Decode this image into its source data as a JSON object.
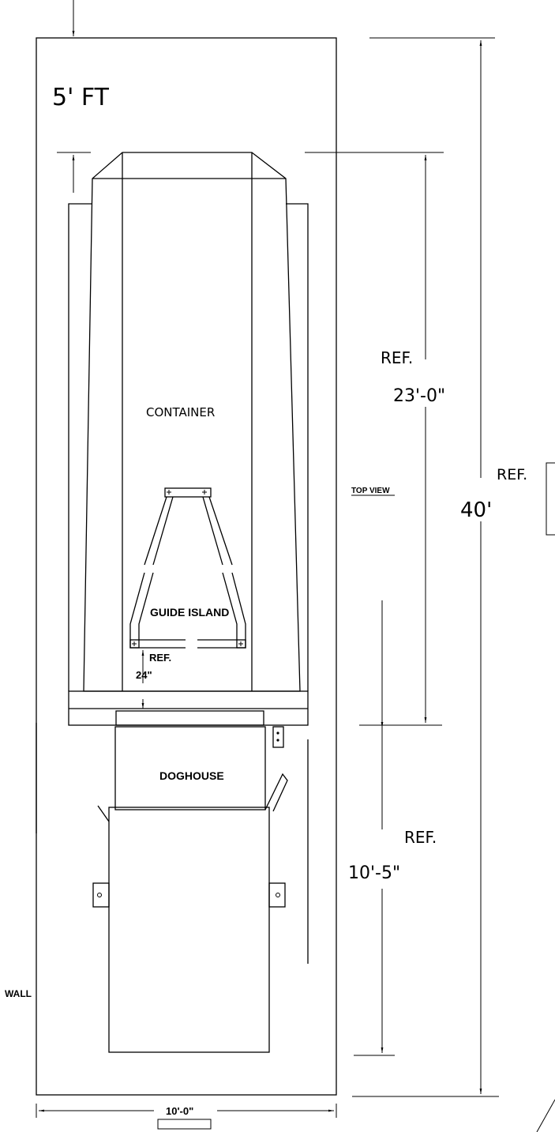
{
  "labels": {
    "five_ft": "5' FT",
    "ref_23": "REF.",
    "dim_23": "23'-0\"",
    "container": "CONTAINER",
    "top_view": "TOP VIEW",
    "ref_side": "REF.",
    "dim_40": "40'",
    "guide_island": "GUIDE ISLAND",
    "ref_24": "REF.",
    "dim_24": "24\"",
    "doghouse": "DOGHOUSE",
    "ref_10": "REF.",
    "dim_10": "10'-5\"",
    "wall": "WALL",
    "dim_width": "10'-0\""
  },
  "colors": {
    "line": "#000000",
    "background": "#ffffff"
  }
}
